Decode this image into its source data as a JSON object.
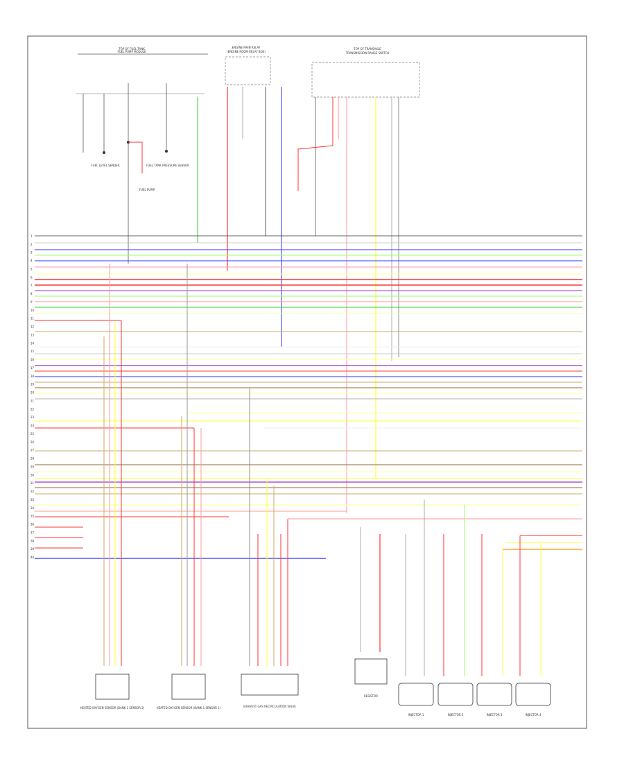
{
  "diagram": {
    "footer_code": "",
    "top_components": [
      {
        "id": "fuel_tank_group",
        "label": "TOP OF FUEL TANK",
        "sublabel": "FUEL PUMP MODULE"
      },
      {
        "id": "engine_relay",
        "label": "ENGINE MAIN RELAY",
        "sublabel": "(ENGINE ROOM RELAY BOX)"
      },
      {
        "id": "trans_range",
        "label": "TOP OF TRANSAXLE",
        "sublabel": "TRANSMISSION RANGE SWITCH"
      }
    ],
    "sensor_labels": [
      "FUEL LEVEL SENDER",
      "FUEL TANK PRESSURE SENSOR",
      "FUEL PUMP"
    ],
    "left_pins": [
      "1",
      "2",
      "3",
      "4",
      "5",
      "6",
      "7",
      "8",
      "9",
      "10",
      "11",
      "12",
      "13",
      "14",
      "15",
      "16",
      "17",
      "18",
      "19",
      "20",
      "21",
      "22",
      "23",
      "24",
      "25",
      "26",
      "27",
      "28",
      "29",
      "30",
      "31",
      "32",
      "33",
      "34",
      "35",
      "36",
      "37",
      "38",
      "39",
      "40"
    ],
    "bottom_components": [
      {
        "label": "HEATED OXYGEN SENSOR (BANK 1 SENSOR 2)"
      },
      {
        "label": "HEATED OXYGEN SENSOR (BANK 1 SENSOR 1)"
      },
      {
        "label": "EXHAUST GAS RECIRCULATION VALVE"
      },
      {
        "label": "RESISTOR"
      },
      {
        "label": "INJECTOR 1"
      },
      {
        "label": "INJECTOR 2"
      },
      {
        "label": "INJECTOR 3"
      },
      {
        "label": "INJECTOR 4"
      }
    ],
    "wire_colors": {
      "red": "#ff3333",
      "pink": "#ff9999",
      "blue": "#3333ff",
      "green": "#33cc33",
      "lightgreen": "#99ff66",
      "yellow": "#ffff33",
      "tan": "#ccaa66",
      "gray": "#999999",
      "black": "#333333",
      "purple": "#9933cc",
      "orange": "#ff9900",
      "brown": "#996633",
      "white": "#dddddd"
    }
  }
}
